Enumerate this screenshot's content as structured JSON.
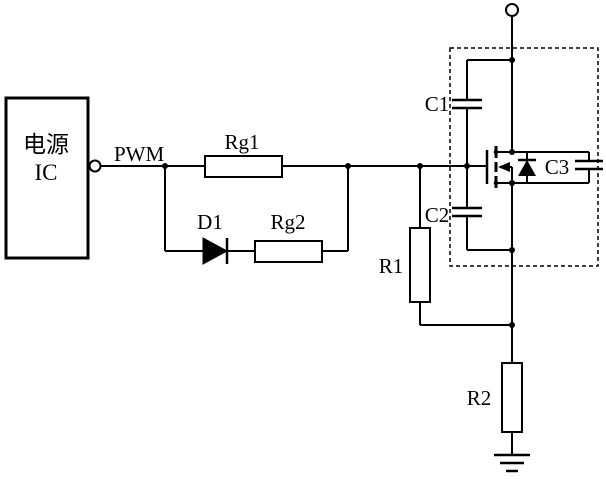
{
  "diagram": {
    "type": "circuit-schematic",
    "description_visible_parts": "PWM gate-drive circuit: power IC driving a MOSFET with parasitic capacitances in dashed box",
    "colors": {
      "background": "#ffffff",
      "line": "#000000"
    },
    "labels": {
      "power_ic_line1": "电源",
      "power_ic_line2": "IC",
      "pwm": "PWM",
      "rg1": "Rg1",
      "d1": "D1",
      "rg2": "Rg2",
      "c1": "C1",
      "c2": "C2",
      "c3": "C3",
      "r1": "R1",
      "r2": "R2"
    }
  }
}
